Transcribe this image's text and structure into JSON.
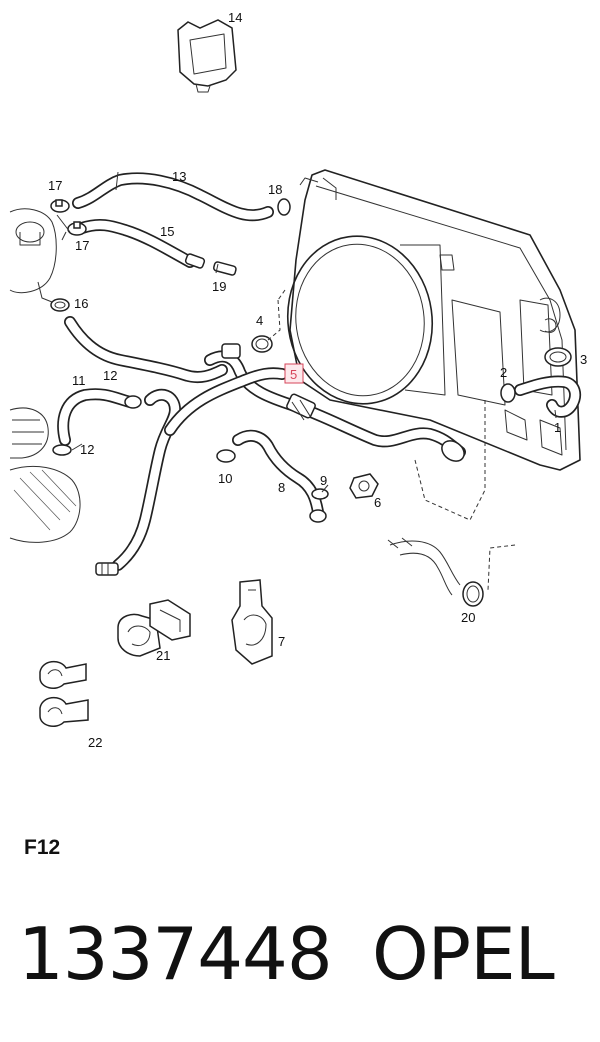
{
  "callouts": {
    "c1": "1",
    "c2": "2",
    "c3": "3",
    "c4": "4",
    "c5": "5",
    "c6": "6",
    "c7": "7",
    "c8": "8",
    "c9": "9",
    "c10": "10",
    "c11": "11",
    "c12a": "12",
    "c12b": "12",
    "c13": "13",
    "c14": "14",
    "c15": "15",
    "c16": "16",
    "c17a": "17",
    "c17b": "17",
    "c18": "18",
    "c19": "19",
    "c20": "20",
    "c21": "21",
    "c22": "22"
  },
  "highlighted_callout": "5",
  "section_code": "F12",
  "part_number": "1337448",
  "brand": "OPEL",
  "colors": {
    "highlight": "#d6455a",
    "line": "#222222"
  }
}
